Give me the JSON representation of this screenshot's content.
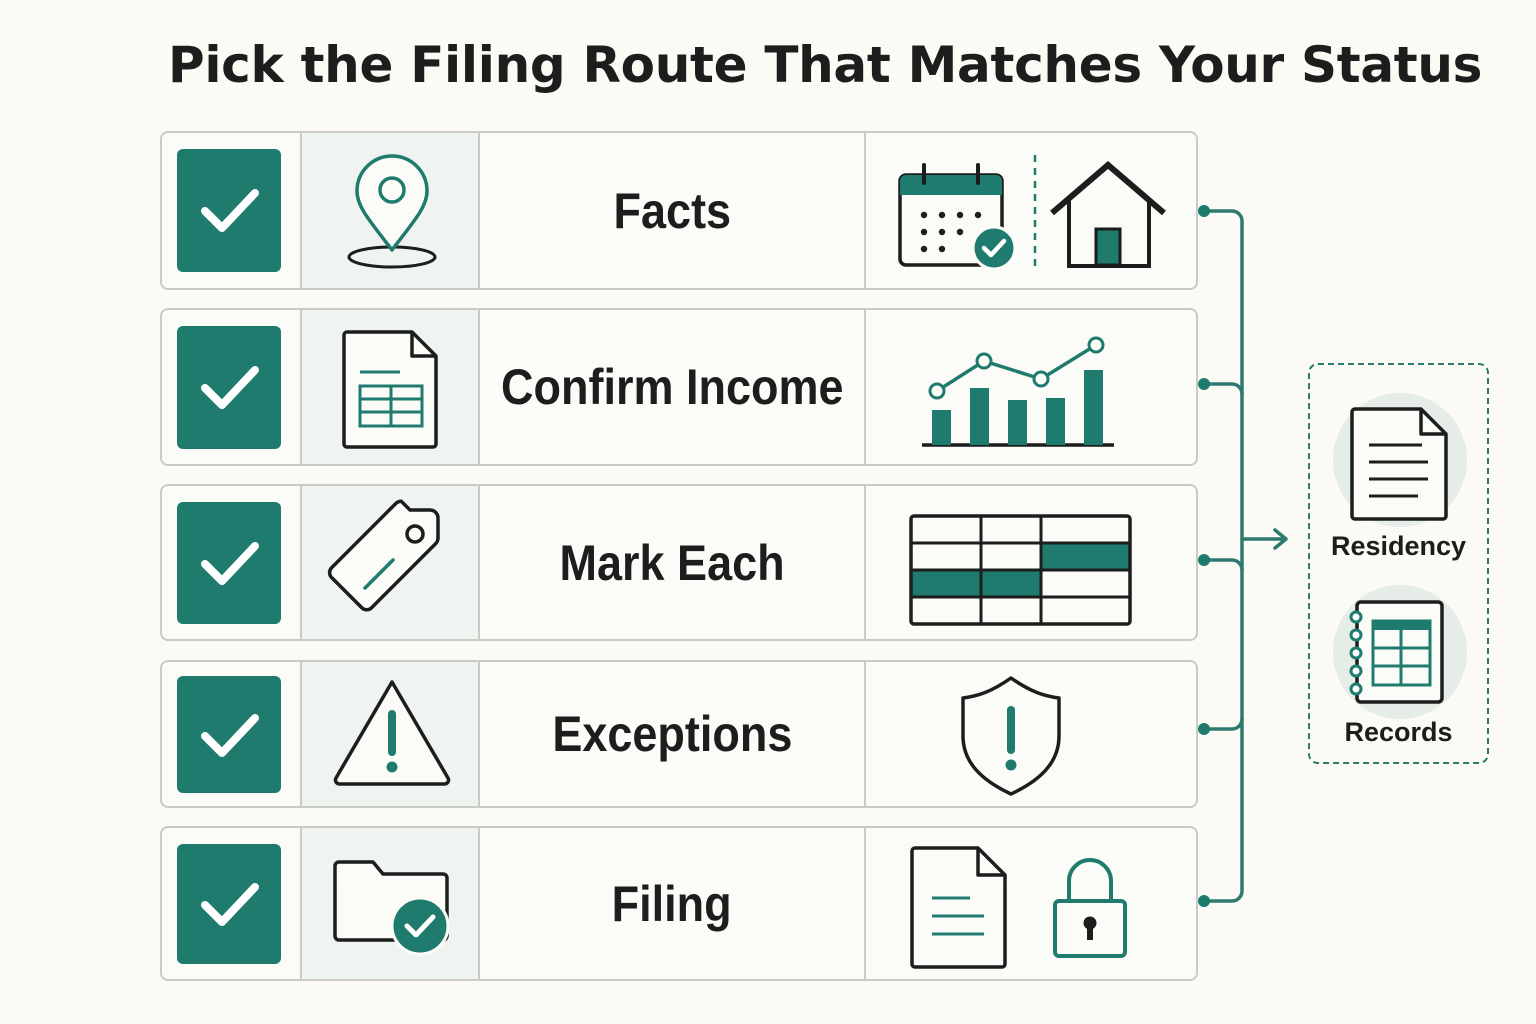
{
  "title": "Pick the Filing Route That Matches Your Status",
  "colors": {
    "accent": "#1e7b6e",
    "ink": "#1b1e1d",
    "background": "#fcfaf4",
    "border": "#c9cbc7"
  },
  "rows": [
    {
      "label": "Facts",
      "icon": "location-pin-icon",
      "visuals": [
        "calendar-check-icon",
        "house-icon"
      ],
      "checked": true
    },
    {
      "label": "Confirm Income",
      "icon": "spreadsheet-document-icon",
      "visuals": [
        "bar-line-chart-icon"
      ],
      "checked": true
    },
    {
      "label": "Mark Each",
      "icon": "price-tag-icon",
      "visuals": [
        "table-grid-icon"
      ],
      "checked": true
    },
    {
      "label": "Exceptions",
      "icon": "warning-triangle-icon",
      "visuals": [
        "shield-alert-icon"
      ],
      "checked": true
    },
    {
      "label": "Filing",
      "icon": "folder-check-icon",
      "visuals": [
        "document-icon",
        "padlock-icon"
      ],
      "checked": true
    }
  ],
  "outputs": [
    {
      "label": "Residency",
      "icon": "document-icon"
    },
    {
      "label": "Records",
      "icon": "ledger-book-icon"
    }
  ]
}
